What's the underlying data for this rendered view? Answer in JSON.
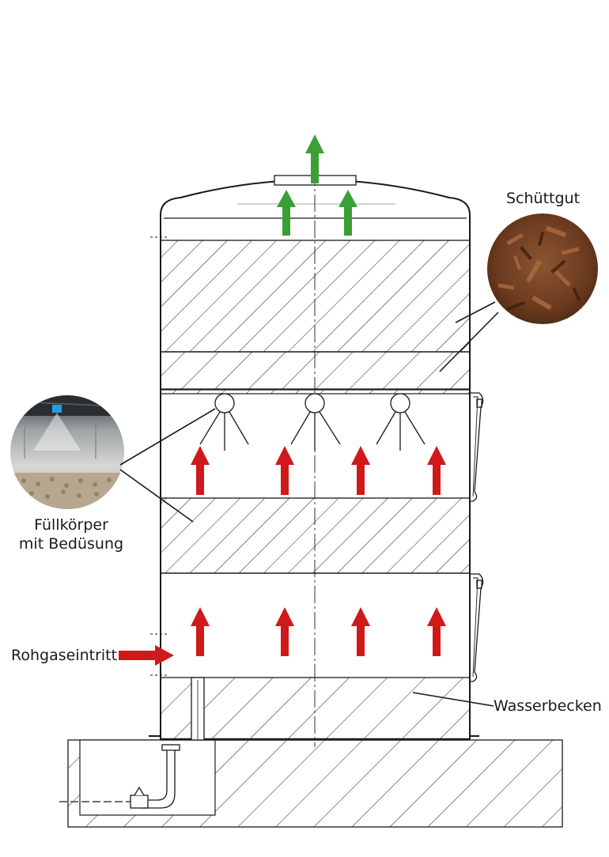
{
  "labels": {
    "schuettgut": "Schüttgut",
    "fuellkoerper_line1": "Füllkörper",
    "fuellkoerper_line2": "mit Bedüsung",
    "rohgaseintritt": "Rohgaseintritt",
    "wasserbecken": "Wasserbecken"
  },
  "colors": {
    "clean_gas_arrow": "#3aa035",
    "raw_gas_arrow": "#d0191b",
    "line": "#1a1a1a",
    "woodchip_fill": "#6b3a1e",
    "photo_fill": "#cfd2d0"
  },
  "elements": {
    "clean_gas_arrows": 3,
    "raw_gas_arrows_per_zone": 4,
    "raw_gas_zones": 2,
    "spray_nozzles": 3,
    "inspection_doors": 2,
    "photo_insets": [
      "woodchip-bulk-material-photo",
      "packing-with-spray-nozzles-photo"
    ]
  }
}
